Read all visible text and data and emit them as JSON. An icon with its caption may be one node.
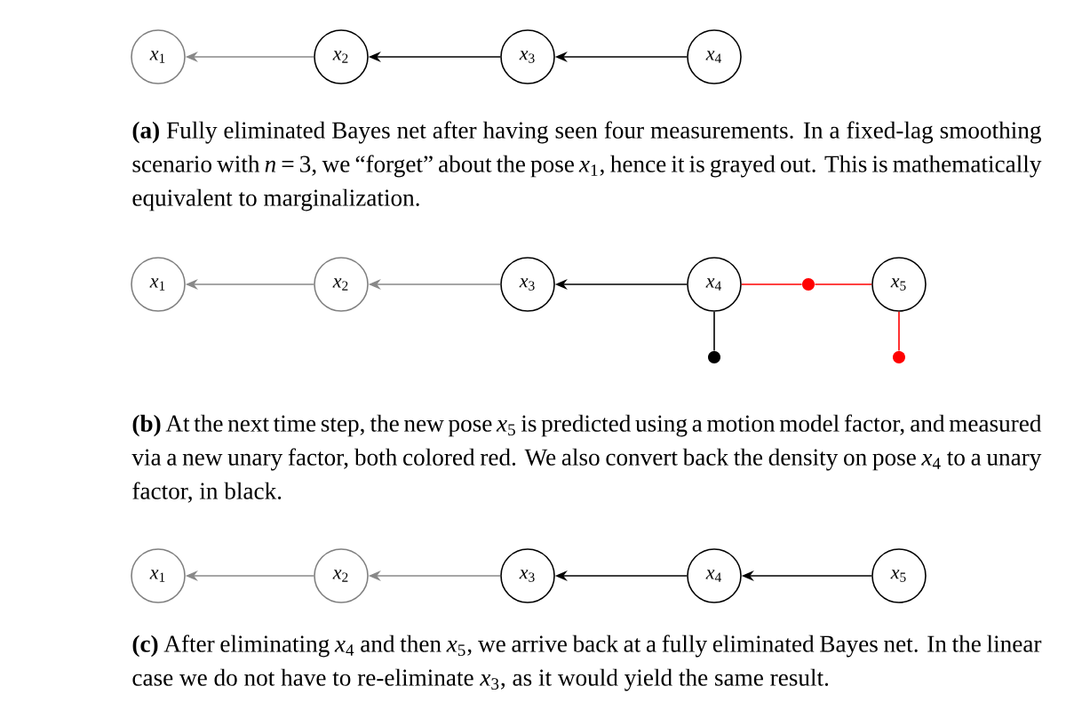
{
  "diagram": {
    "nodes": [
      {
        "text": [
          "*x*$_{1}$"
        ]
      },
      {
        "text": [
          "*x*$_{2}$"
        ]
      },
      {
        "text": [
          "*x*$_{3}$"
        ]
      },
      {
        "text": [
          "*x*$_{4}$"
        ]
      },
      {
        "text": [
          "*x*$_{1}$"
        ]
      },
      {
        "text": [
          "*x*$_{2}$"
        ]
      },
      {
        "text": [
          "*x*$_{3}$"
        ]
      },
      {
        "text": [
          "*x*$_{4}$"
        ]
      },
      {
        "text": [
          "*x*$_{5}$"
        ]
      },
      {
        "text": [],
        "shape": "circle"
      },
      {
        "text": [],
        "shape": "circle"
      },
      {
        "text": [],
        "shape": "circle"
      },
      {
        "text": [
          "*x*$_{1}$"
        ]
      },
      {
        "text": [
          "*x*$_{2}$"
        ]
      },
      {
        "text": [
          "*x*$_{3}$"
        ]
      },
      {
        "text": [
          "*x*$_{4}$"
        ]
      },
      {
        "text": [
          "*x*$_{5}$"
        ]
      }
    ],
    "edges": [
      {
        "from": 1,
        "to": 0,
        "arrow": "to",
        "color": "#888888"
      },
      {
        "from": 2,
        "to": 1,
        "arrow": "to"
      },
      {
        "from": 3,
        "to": 2,
        "arrow": "to"
      },
      {
        "from": 5,
        "to": 4,
        "arrow": "to",
        "color": "#888888"
      },
      {
        "from": 6,
        "to": 5,
        "arrow": "to",
        "color": "#888888"
      },
      {
        "from": 7,
        "to": 6,
        "arrow": "to"
      },
      {
        "from": 7,
        "to": 9,
        "arrow": "none",
        "color": "#ff0000"
      },
      {
        "from": 9,
        "to": 8,
        "arrow": "none",
        "color": "#ff0000"
      },
      {
        "from": 7,
        "to": 10,
        "arrow": "none"
      },
      {
        "from": 8,
        "to": 11,
        "arrow": "none",
        "color": "#ff0000"
      },
      {
        "from": 13,
        "to": 12,
        "arrow": "to",
        "color": "#888888"
      },
      {
        "from": 14,
        "to": 13,
        "arrow": "to",
        "color": "#888888"
      },
      {
        "from": 15,
        "to": 14,
        "arrow": "to"
      },
      {
        "from": 16,
        "to": 15,
        "arrow": "to"
      }
    ],
    "labels": [
      "**(a)** Fully eliminated Bayes net after having seen four measurements. In a fixed-lag smoothing scenario with *n* = 3, we “forget” about the pose *x*$_{1}$, hence it is grayed out. This is mathematically equivalent to marginalization.",
      "**(b)** At the next time step, the new pose *x*$_{5}$ is predicted using a motion model factor, and measured via a new unary factor, both colored red. We also convert back the density on pose *x*$_{4}$ to a unary factor, in black.",
      "**(c)** After eliminating *x*$_{4}$ and then *x*$_{5}$, we arrive back at a fully eliminated Bayes net. In the linear case we do not have to re-eliminate *x*$_{3}$, as it would yield the same result."
    ]
  }
}
